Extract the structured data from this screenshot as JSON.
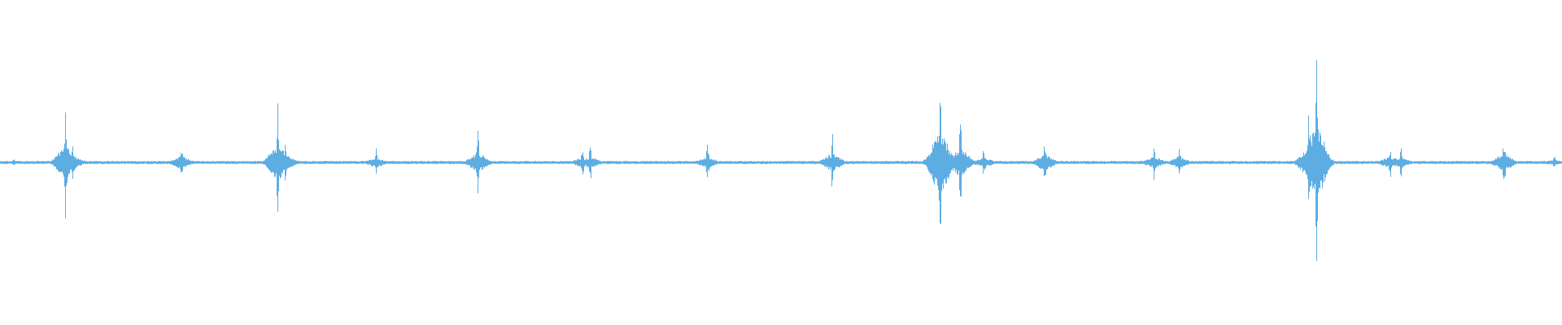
{
  "waveform": {
    "color": "#5dade2",
    "background": "#ffffff",
    "bursts": [
      {
        "t": 0.009,
        "amp": 0.04
      },
      {
        "t": 0.042,
        "amp": 0.42
      },
      {
        "t": 0.047,
        "amp": 0.14
      },
      {
        "t": 0.116,
        "amp": 0.16
      },
      {
        "t": 0.178,
        "amp": 0.46
      },
      {
        "t": 0.183,
        "amp": 0.18
      },
      {
        "t": 0.241,
        "amp": 0.12
      },
      {
        "t": 0.306,
        "amp": 0.24
      },
      {
        "t": 0.373,
        "amp": 0.12
      },
      {
        "t": 0.378,
        "amp": 0.14
      },
      {
        "t": 0.453,
        "amp": 0.14
      },
      {
        "t": 0.533,
        "amp": 0.22
      },
      {
        "t": 0.602,
        "amp": 0.83
      },
      {
        "t": 0.615,
        "amp": 0.36
      },
      {
        "t": 0.63,
        "amp": 0.12
      },
      {
        "t": 0.669,
        "amp": 0.2
      },
      {
        "t": 0.739,
        "amp": 0.14
      },
      {
        "t": 0.755,
        "amp": 0.14
      },
      {
        "t": 0.838,
        "amp": 0.4
      },
      {
        "t": 0.843,
        "amp": 0.94
      },
      {
        "t": 0.89,
        "amp": 0.14
      },
      {
        "t": 0.897,
        "amp": 0.12
      },
      {
        "t": 0.963,
        "amp": 0.22
      },
      {
        "t": 0.995,
        "amp": 0.06
      }
    ],
    "noise_floor": 0.012
  }
}
